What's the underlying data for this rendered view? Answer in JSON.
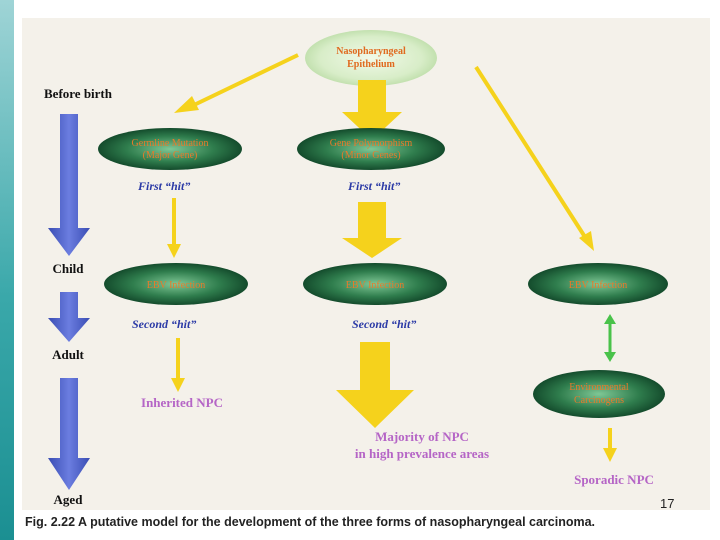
{
  "top_node": [
    "Nasopharyngeal",
    "Epithelium"
  ],
  "stages": {
    "before_birth": "Before birth",
    "child": "Child",
    "adult": "Adult",
    "aged": "Aged"
  },
  "nodes": {
    "germline": [
      "Germline Mutation",
      "(Major Gene)"
    ],
    "polymorphism": [
      "Gene Polymorphism",
      "(Minor Genes)"
    ],
    "ebv_left": "EBV Infection",
    "ebv_middle": "EBV Infection",
    "ebv_right": "EBV Infection",
    "carcinogens": [
      "Environmental",
      "Carcinogens"
    ]
  },
  "hits": {
    "first_left": "First “hit”",
    "first_middle": "First “hit”",
    "second_left": "Second “hit”",
    "second_middle": "Second “hit”"
  },
  "outcomes": {
    "inherited": "Inherited NPC",
    "majority": [
      "Majority of NPC",
      "in high prevalence areas"
    ],
    "sporadic": "Sporadic NPC"
  },
  "page_number": "17",
  "caption": "Fig. 2.22  A putative model for the development of the three forms of nasopharyngeal carcinoma.",
  "colors": {
    "yellow_arrow": "#f5d21c",
    "blue_arrow": "#4d5fc6",
    "green_arrow": "#49c24a",
    "ellipse_dark": "#0d4a2a",
    "ellipse_light": "#5fb07a",
    "node_text_orange": "#e87a2a"
  }
}
